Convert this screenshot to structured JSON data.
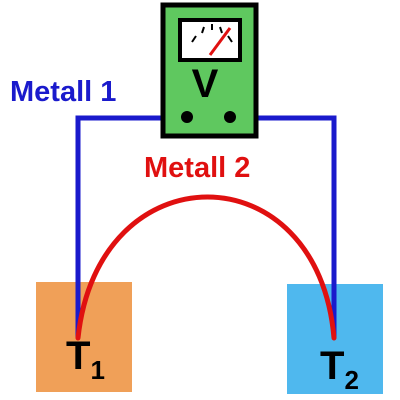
{
  "diagram": {
    "metal1_label": "Metall 1",
    "metal2_label": "Metall 2",
    "voltmeter_symbol": "V",
    "t1": {
      "main": "T",
      "sub": "1"
    },
    "t2": {
      "main": "T",
      "sub": "2"
    }
  },
  "colors": {
    "metal1": "#1a1acc",
    "metal2": "#e01010",
    "voltmeter_body": "#5fc85f",
    "hot_block": "#f0a058",
    "cold_block": "#4fb8ee",
    "meter_needle": "#e01010"
  }
}
